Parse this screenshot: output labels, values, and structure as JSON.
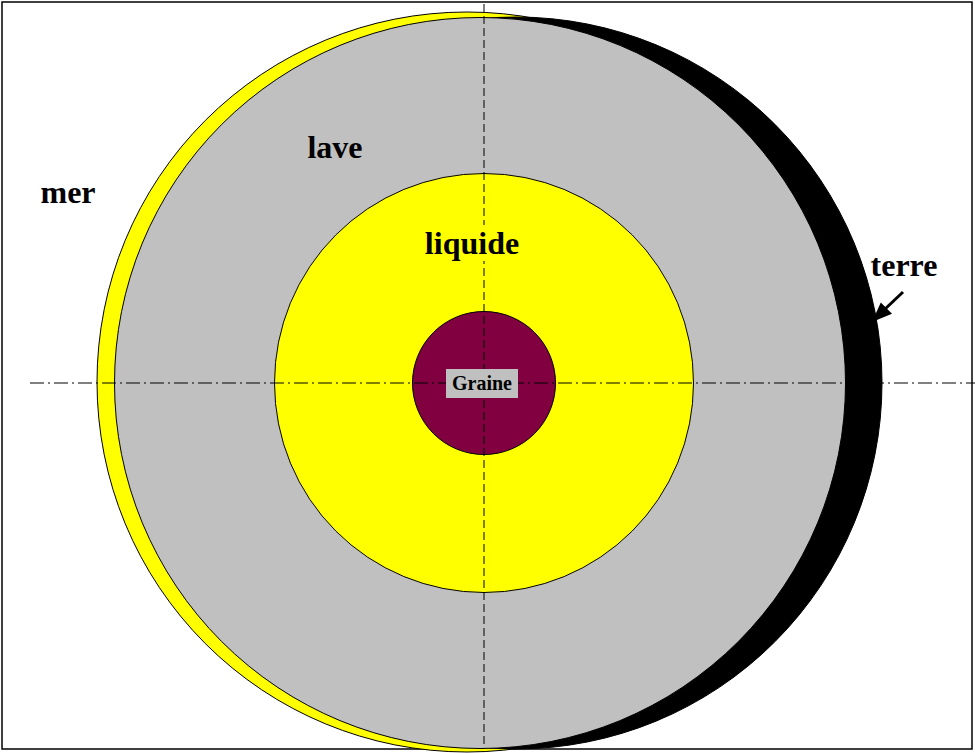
{
  "diagram": {
    "nodes": [
      {
        "text": [
          "lave"
        ]
      },
      {
        "text": [
          "liquide"
        ],
        "in": 0
      },
      {
        "text": [
          "Graine"
        ],
        "in": 1
      }
    ],
    "labels": [
      "mer",
      "terre"
    ]
  }
}
